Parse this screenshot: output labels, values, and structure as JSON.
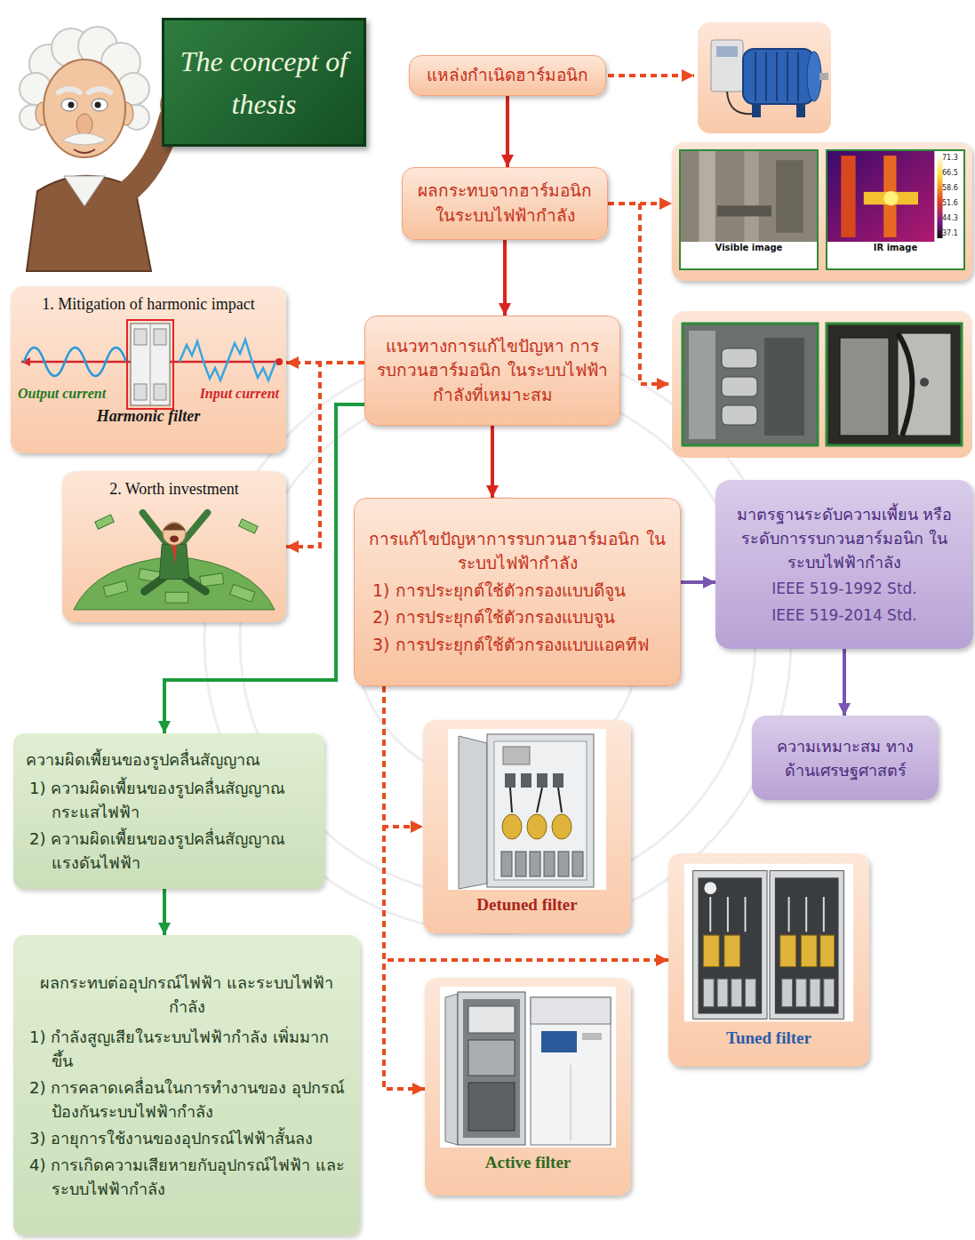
{
  "diagram": {
    "nodes": [
      {
        "text": [
          "The concept of thesis"
        ]
      },
      {
        "text": [
          "แหล่งกำเนิดฮาร์มอนิก"
        ]
      },
      {
        "text": [
          "ผลกระทบจากฮาร์มอนิก ในระบบไฟฟ้ากำลัง"
        ]
      },
      {
        "text": [
          "Visible image",
          "IR image"
        ]
      },
      {
        "text": [
          "1. Mitigation of harmonic impact",
          "Output current",
          "Input current",
          "Harmonic filter"
        ]
      },
      {
        "text": [
          "แนวทางการแก้ไขปัญหา การรบกวนฮาร์มอนิก ในระบบไฟฟ้ากำลังที่เหมาะสม"
        ]
      },
      {
        "text": [
          "2. Worth investment"
        ]
      },
      {
        "text": [
          "การแก้ไขปัญหาการรบกวนฮาร์มอนิก ในระบบไฟฟ้ากำลัง",
          "1) การประยุกต์ใช้ตัวกรองแบบดีจูน",
          "2) การประยุกต์ใช้ตัวกรองแบบจูน",
          "3) การประยุกต์ใช้ตัวกรองแบบแอคทีฟ"
        ]
      },
      {
        "text": [
          "มาตรฐานระดับความเพี้ยน หรือระดับการรบกวนฮาร์มอนิก ในระบบไฟฟ้ากำลัง",
          "IEEE 519-1992 Std.",
          "IEEE 519-2014 Std."
        ]
      },
      {
        "text": [
          "ความเหมาะสม ทางด้านเศรษฐศาสตร์"
        ]
      },
      {
        "text": [
          "ความผิดเพี้ยนของรูปคลื่นสัญญาณ",
          "1) ความผิดเพี้ยนของรูปคลื่นสัญญาณ กระแสไฟฟ้า",
          "2) ความผิดเพี้ยนของรูปคลื่นสัญญาณ แรงดันไฟฟ้า"
        ]
      },
      {
        "text": [
          "Detuned filter"
        ]
      },
      {
        "text": [
          "Tuned filter"
        ]
      },
      {
        "text": [
          "ผลกระทบต่ออุปกรณ์ไฟฟ้า และระบบไฟฟ้ากำลัง",
          "1) กำลังสูญเสียในระบบไฟฟ้ากำลัง เพิ่มมากขึ้น",
          "2) การคลาดเคลื่อนในการทำงานของ อุปกรณ์ป้องกันระบบไฟฟ้ากำลัง",
          "3) อายุการใช้งานของอุปกรณ์ไฟฟ้าสั้นลง",
          "4) การเกิดความเสียหายกับอุปกรณ์ไฟฟ้า และระบบไฟฟ้ากำลัง"
        ]
      },
      {
        "text": [
          "Active filter"
        ]
      }
    ],
    "edges": [
      {
        "from": 1,
        "to": 2,
        "arrow": "to"
      },
      {
        "from": 2,
        "to": 5,
        "arrow": "to"
      },
      {
        "from": 5,
        "to": 7,
        "arrow": "to"
      },
      {
        "from": 2,
        "to": 3,
        "arrow": "to"
      },
      {
        "from": 5,
        "to": 4,
        "arrow": "to"
      },
      {
        "from": 5,
        "to": 6,
        "arrow": "to"
      },
      {
        "from": 5,
        "to": 10,
        "arrow": "to"
      },
      {
        "from": 10,
        "to": 13,
        "arrow": "to"
      },
      {
        "from": 7,
        "to": 8,
        "arrow": "to"
      },
      {
        "from": 8,
        "to": 9,
        "arrow": "to"
      },
      {
        "from": 7,
        "to": 11,
        "arrow": "to"
      },
      {
        "from": 7,
        "to": 12,
        "arrow": "to"
      },
      {
        "from": 7,
        "to": 14,
        "arrow": "to"
      }
    ],
    "labels": [
      "71.3",
      "66.5",
      "58.6",
      "51.6",
      "44.3",
      "37.1"
    ]
  }
}
